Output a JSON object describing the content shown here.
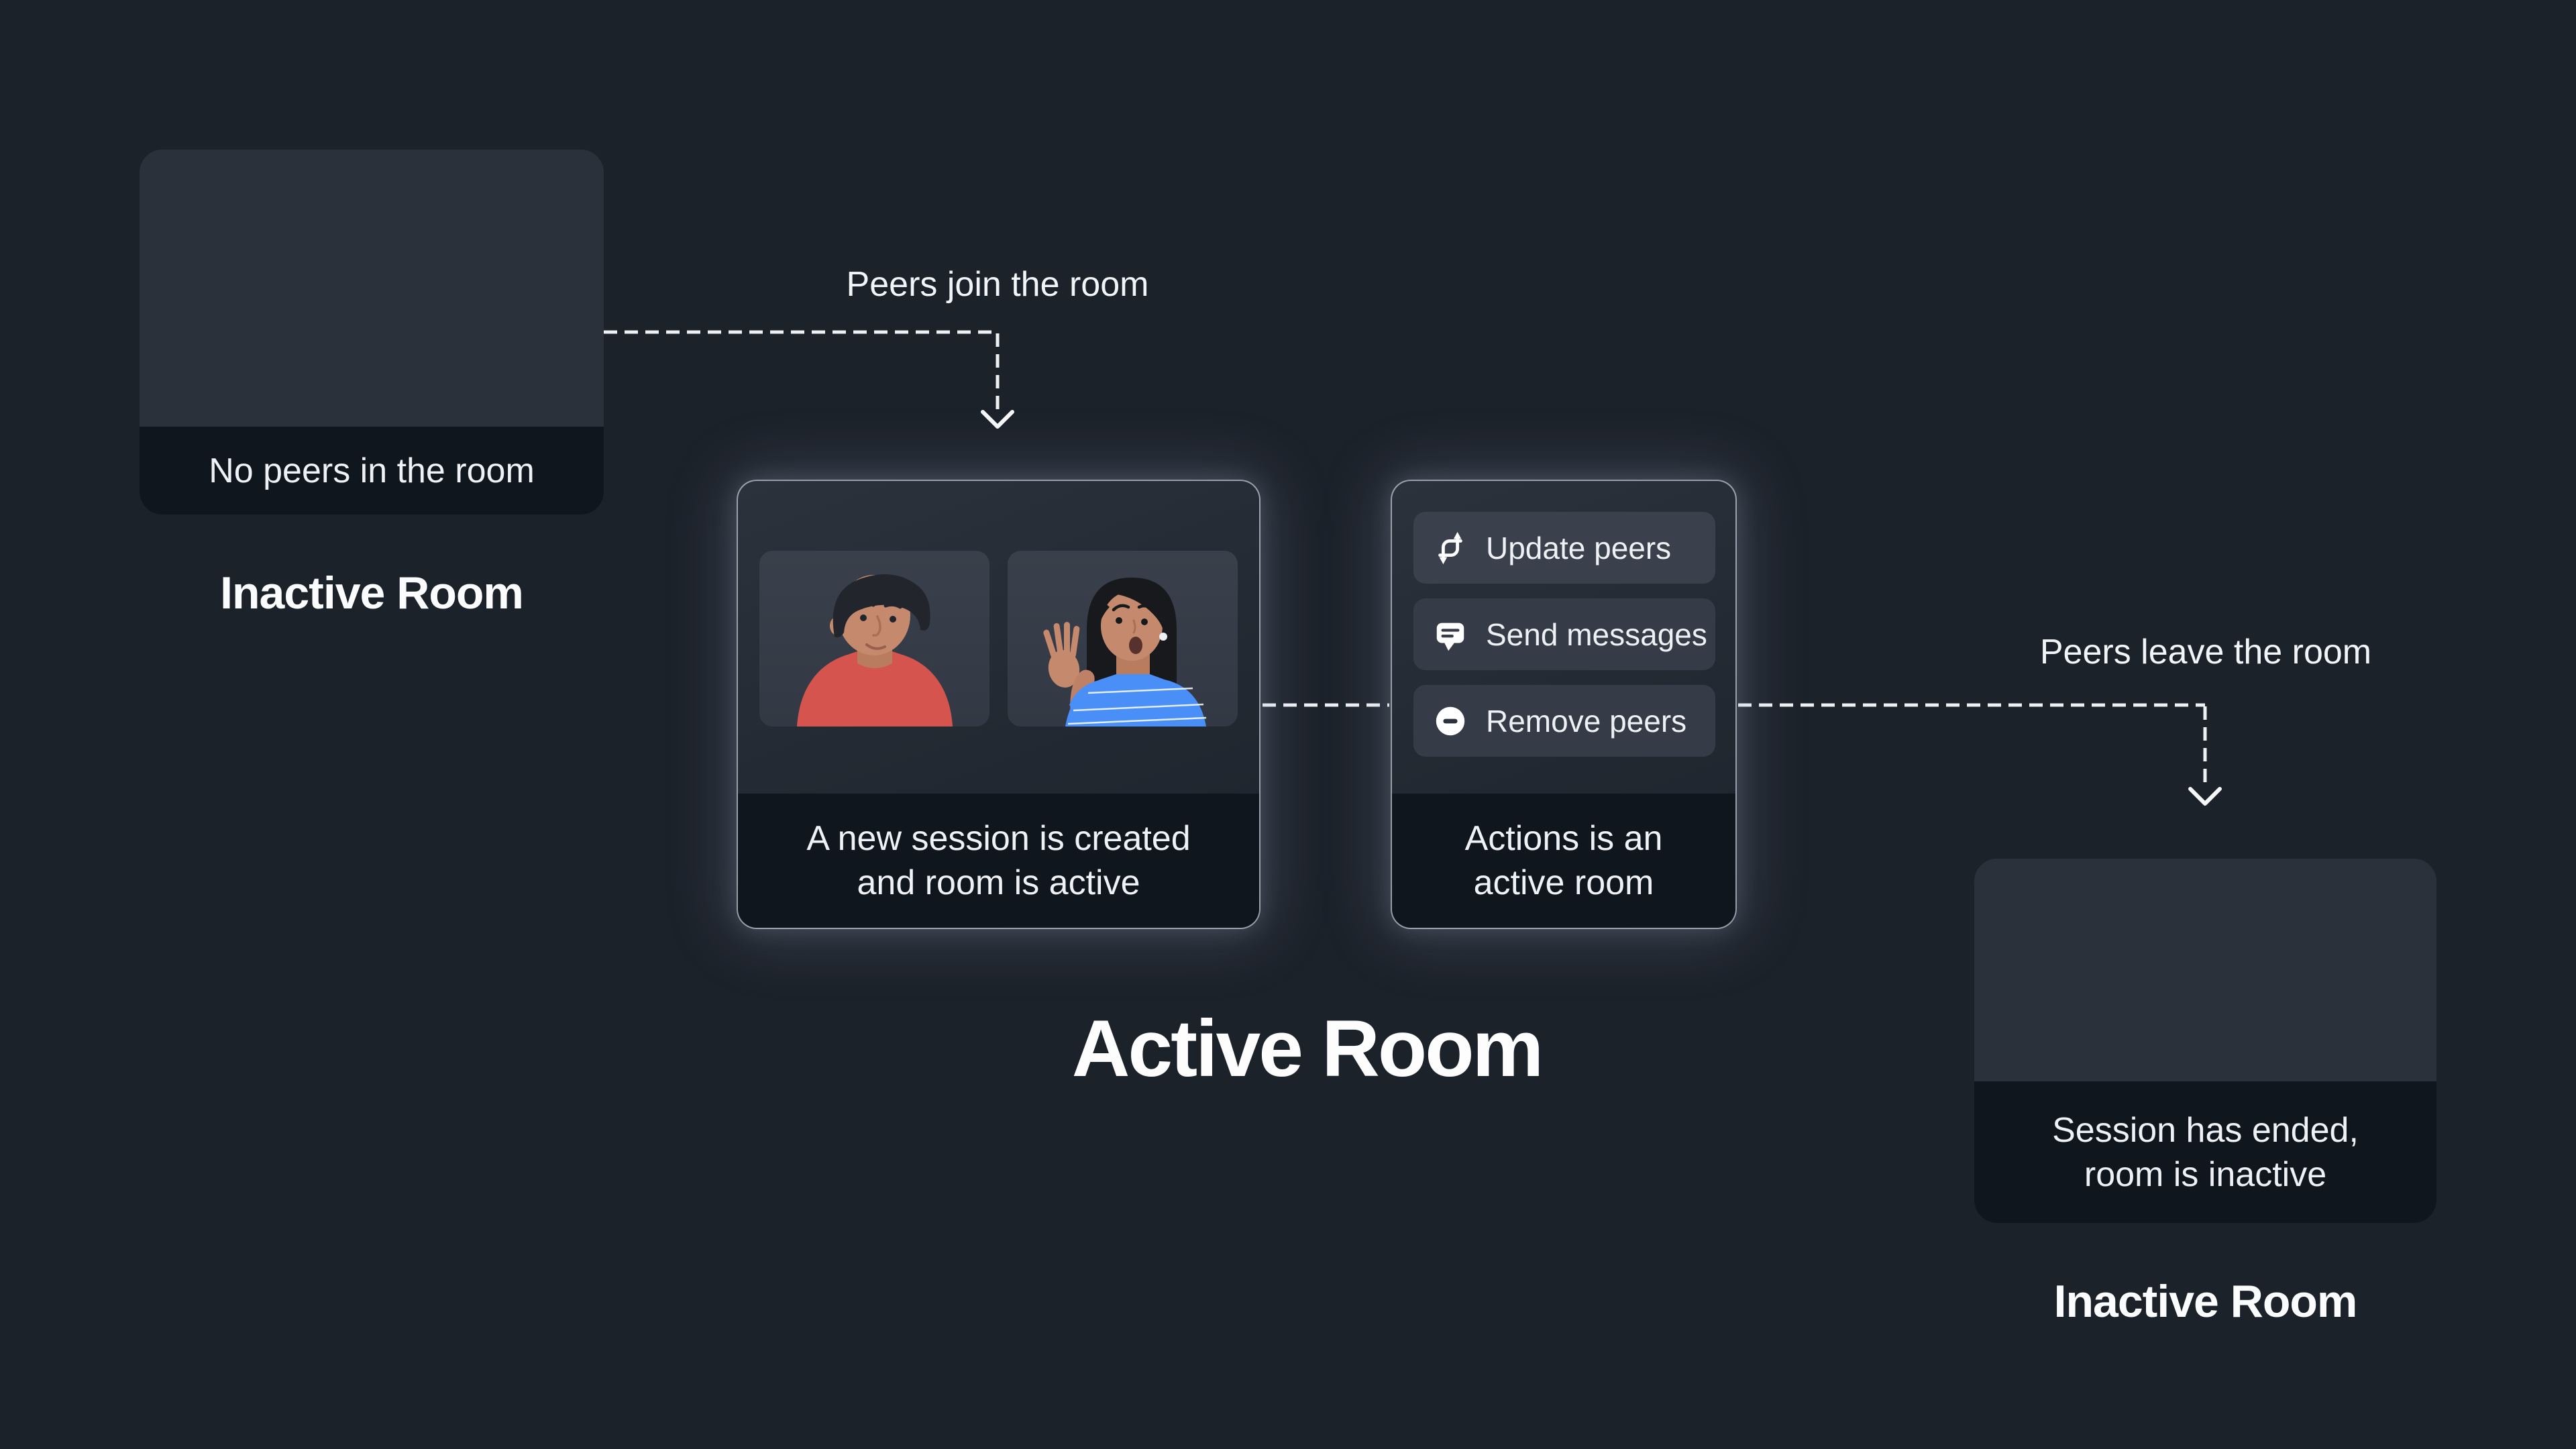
{
  "colors": {
    "background": "#1c222a",
    "card_surface": "#2b313b",
    "caption_panel": "#10161e",
    "active_card_border": "rgba(226,234,245,0.62)",
    "active_card_glow": "rgba(148,166,196,0.22)",
    "tile_surface": "#3a404b",
    "button_surface": "#353c48",
    "dash_stroke": "#eef1f4",
    "text_primary": "#f4f6f9",
    "peer_skin": "#c58a6d",
    "male_shirt": "#d5544e",
    "female_shirt": "#4a8ef7",
    "hair": "#17191d"
  },
  "stage_start": {
    "caption": "No peers in the room",
    "title": "Inactive Room"
  },
  "connector_join": {
    "label": "Peers join the room"
  },
  "active_room": {
    "title": "Active Room",
    "session_card": {
      "caption_lines": [
        "A new session is created",
        "and room is active"
      ],
      "peers": [
        {
          "name": "male peer"
        },
        {
          "name": "female peer"
        }
      ]
    },
    "actions_card": {
      "caption_lines": [
        "Actions is an",
        "active room"
      ],
      "buttons": [
        {
          "icon": "repeat-icon",
          "label": "Update peers"
        },
        {
          "icon": "message-icon",
          "label": "Send messages"
        },
        {
          "icon": "remove-icon",
          "label": "Remove peers"
        }
      ]
    }
  },
  "connector_leave": {
    "label": "Peers leave the room"
  },
  "stage_end": {
    "caption_lines": [
      "Session has ended,",
      "room is inactive"
    ],
    "title": "Inactive Room"
  }
}
